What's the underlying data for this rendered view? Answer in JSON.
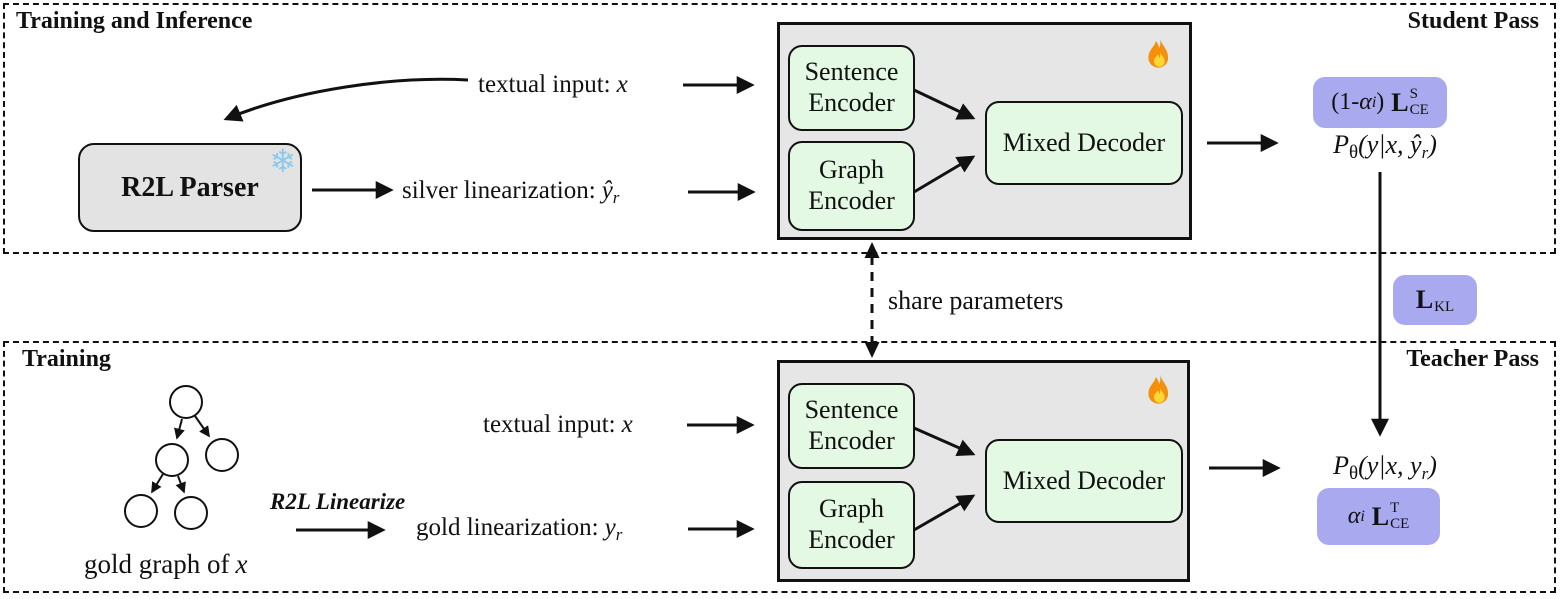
{
  "colors": {
    "panel_gray": "#e6e6e6",
    "module_green": "#e3f9e3",
    "badge_purple": "#a9a9ef",
    "border_black": "#111111",
    "snowflake_blue": "#8ec9ec",
    "flame_orange": "#f4900c",
    "flame_yellow": "#fdd835"
  },
  "top_section": {
    "title": "Training and Inference",
    "pass_label": "Student Pass",
    "parser": {
      "label": "R2L Parser",
      "frozen_icon": "❄"
    },
    "textual_input": {
      "text": "textual input:",
      "var": "x"
    },
    "silver_linearization": {
      "text": "silver linearization:",
      "var": "ŷ",
      "sub": "r"
    },
    "panel": {
      "sentence_encoder": "Sentence Encoder",
      "graph_encoder": "Graph Encoder",
      "mixed_decoder": "Mixed Decoder"
    },
    "loss_badge": {
      "coef_open": "(1-",
      "alpha": "α",
      "alpha_sub": "i",
      "coef_close": ")",
      "l": "L",
      "sup": "S",
      "sub": "CE"
    },
    "output_formula": {
      "p": "P",
      "theta": "θ",
      "body": "(y|x, ",
      "var": "ŷ",
      "var_sub": "r",
      "close": ")"
    }
  },
  "middle": {
    "share_parameters": "share parameters",
    "kl_badge": {
      "l": "L",
      "sub": "KL"
    }
  },
  "bottom_section": {
    "title": "Training",
    "pass_label": "Teacher Pass",
    "gold_graph_caption": {
      "text": "gold graph of",
      "var": "x"
    },
    "linearize_label": "R2L Linearize",
    "textual_input": {
      "text": "textual input:",
      "var": "x"
    },
    "gold_linearization": {
      "text": "gold linearization:",
      "var": "y",
      "sub": "r"
    },
    "panel": {
      "sentence_encoder": "Sentence Encoder",
      "graph_encoder": "Graph Encoder",
      "mixed_decoder": "Mixed Decoder"
    },
    "output_formula": {
      "p": "P",
      "theta": "θ",
      "body": "(y|x, ",
      "var": "y",
      "var_sub": "r",
      "close": ")"
    },
    "loss_badge": {
      "alpha": "α",
      "alpha_sub": "i",
      "l": "L",
      "sup": "T",
      "sub": "CE"
    }
  }
}
